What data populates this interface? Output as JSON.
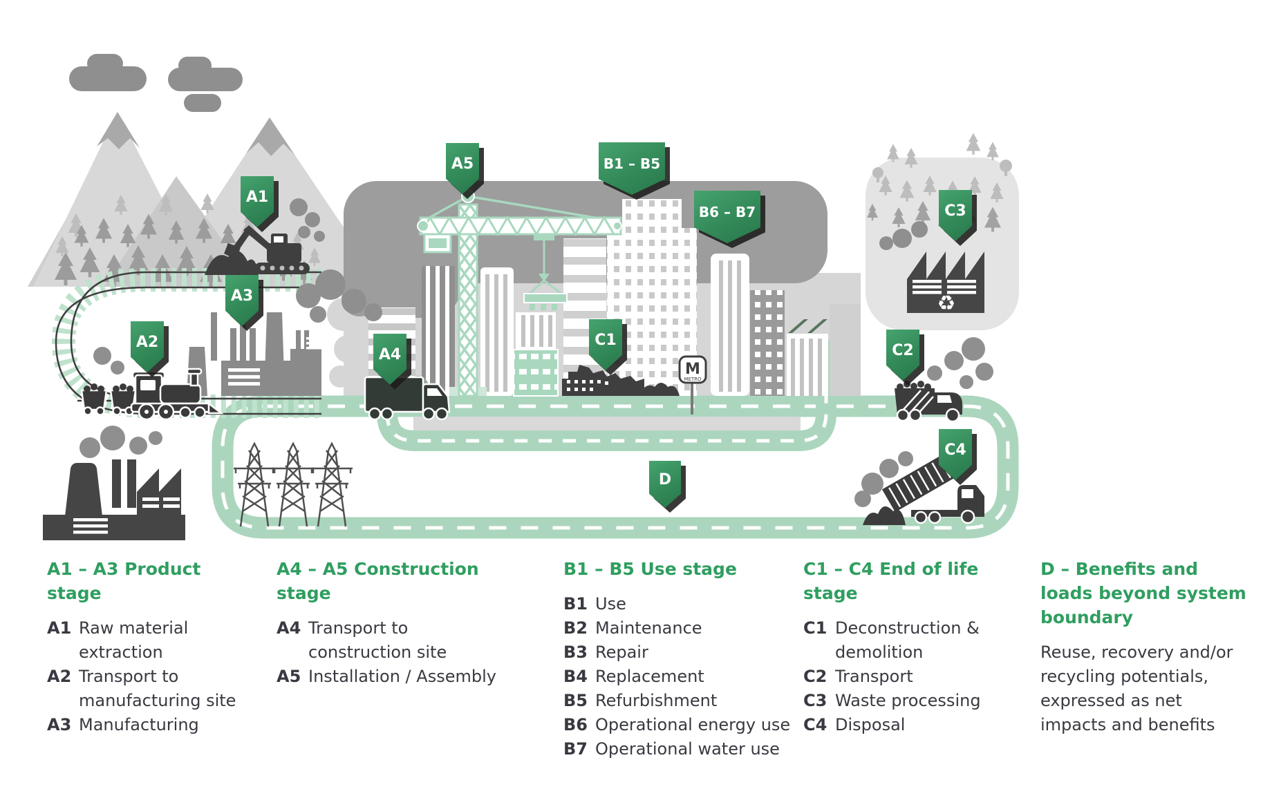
{
  "badges": [
    {
      "id": "A1",
      "label": "A1"
    },
    {
      "id": "A2",
      "label": "A2"
    },
    {
      "id": "A3",
      "label": "A3"
    },
    {
      "id": "A4",
      "label": "A4"
    },
    {
      "id": "A5",
      "label": "A5"
    },
    {
      "id": "B1B5",
      "label": "B1 – B5"
    },
    {
      "id": "B6B7",
      "label": "B6 – B7"
    },
    {
      "id": "C1",
      "label": "C1"
    },
    {
      "id": "C2",
      "label": "C2"
    },
    {
      "id": "C3",
      "label": "C3"
    },
    {
      "id": "C4",
      "label": "C4"
    },
    {
      "id": "D",
      "label": "D"
    }
  ],
  "scene": {
    "metro_sign": {
      "letter": "M",
      "sub": "METRO"
    },
    "recycle_symbol": "♻"
  },
  "colors": {
    "badge_green": "#338a59",
    "legend_green": "#2f9e60",
    "road_green": "#abd6bd",
    "rail_green": "#bfe2cd",
    "crane_green": "#a9d8bf",
    "dark_gray": "#454545",
    "mid_gray": "#8f8f8f",
    "light_gray": "#d8d8d8"
  },
  "legend": {
    "columns": [
      {
        "title": "A1 – A3 Product stage",
        "items": [
          {
            "code": "A1",
            "text": "Raw material extraction"
          },
          {
            "code": "A2",
            "text": "Transport to manufacturing site"
          },
          {
            "code": "A3",
            "text": "Manufacturing"
          }
        ]
      },
      {
        "title": "A4 – A5 Construction stage",
        "items": [
          {
            "code": "A4",
            "text": "Transport to construction site"
          },
          {
            "code": "A5",
            "text": "Installation / Assembly"
          }
        ]
      },
      {
        "title": "B1 – B5 Use stage",
        "items": [
          {
            "code": "B1",
            "text": "Use"
          },
          {
            "code": "B2",
            "text": "Maintenance"
          },
          {
            "code": "B3",
            "text": "Repair"
          },
          {
            "code": "B4",
            "text": "Replacement"
          },
          {
            "code": "B5",
            "text": "Refurbishment"
          },
          {
            "code": "B6",
            "text": "Operational energy use"
          },
          {
            "code": "B7",
            "text": "Operational water use"
          }
        ]
      },
      {
        "title": "C1 – C4 End of life stage",
        "items": [
          {
            "code": "C1",
            "text": "Deconstruction & demolition"
          },
          {
            "code": "C2",
            "text": "Transport"
          },
          {
            "code": "C3",
            "text": "Waste processing"
          },
          {
            "code": "C4",
            "text": "Disposal"
          }
        ]
      },
      {
        "title": "D – Benefits and loads beyond system boundary",
        "paragraph": "Reuse, recovery and/or recycling potentials, expressed as net impacts and benefits"
      }
    ]
  }
}
